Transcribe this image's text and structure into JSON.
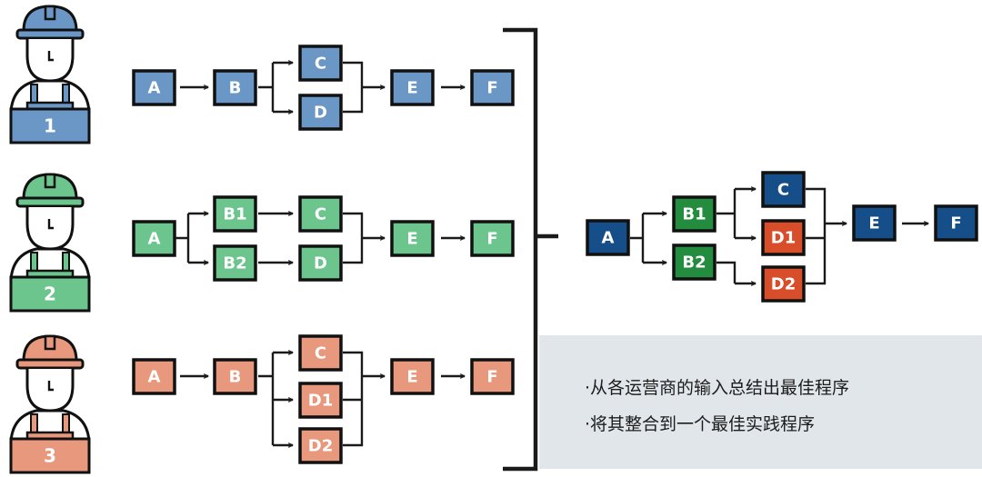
{
  "colors": {
    "blue": "#6a97c6",
    "green": "#6cc58d",
    "orange": "#e8987c",
    "best_navy": "#154e88",
    "best_green": "#238c3e",
    "best_orange": "#d84e2a",
    "bracket": "#1a1a1a",
    "caption_bg": "#e1e6ea"
  },
  "workers": [
    {
      "number": "1",
      "helmet_color": "blue",
      "icon": "construction-worker-icon"
    },
    {
      "number": "2",
      "helmet_color": "green",
      "icon": "construction-worker-icon"
    },
    {
      "number": "3",
      "helmet_color": "orange",
      "icon": "construction-worker-icon"
    }
  ],
  "flows": [
    {
      "color": "blue",
      "steps": [
        "A",
        "B",
        "C",
        "D",
        "E",
        "F"
      ]
    },
    {
      "color": "green",
      "steps": [
        "A",
        "B1",
        "B2",
        "C",
        "D",
        "E",
        "F"
      ]
    },
    {
      "color": "orange",
      "steps": [
        "A",
        "B",
        "C",
        "D1",
        "D2",
        "E",
        "F"
      ]
    }
  ],
  "best_flow": {
    "steps": [
      {
        "label": "A",
        "color": "best_navy"
      },
      {
        "label": "B1",
        "color": "best_green"
      },
      {
        "label": "B2",
        "color": "best_green"
      },
      {
        "label": "C",
        "color": "best_navy"
      },
      {
        "label": "D1",
        "color": "best_orange"
      },
      {
        "label": "D2",
        "color": "best_orange"
      },
      {
        "label": "E",
        "color": "best_navy"
      },
      {
        "label": "F",
        "color": "best_navy"
      }
    ]
  },
  "caption": {
    "bullets": [
      "·从各运营商的输入总结出最佳程序",
      "·将其整合到一个最佳实践程序"
    ]
  }
}
